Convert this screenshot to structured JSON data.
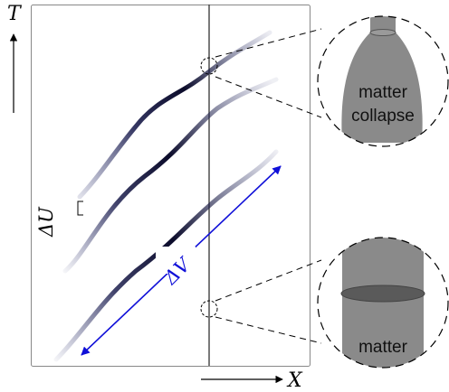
{
  "axes": {
    "x_label": "X",
    "y_label": "T"
  },
  "labels": {
    "delta_u": "ΔU",
    "delta_v": "ΔV"
  },
  "insets": {
    "top": {
      "line1": "matter",
      "line2": "collapse"
    },
    "bottom": {
      "line1": "matter"
    }
  },
  "colors": {
    "strip_dark": "#0b0b2a",
    "strip_mid": "#3a3f7a",
    "delta_v": "#1010d8",
    "matter_fill": "#8a8a8a",
    "matter_dark": "#5a5a5a"
  }
}
